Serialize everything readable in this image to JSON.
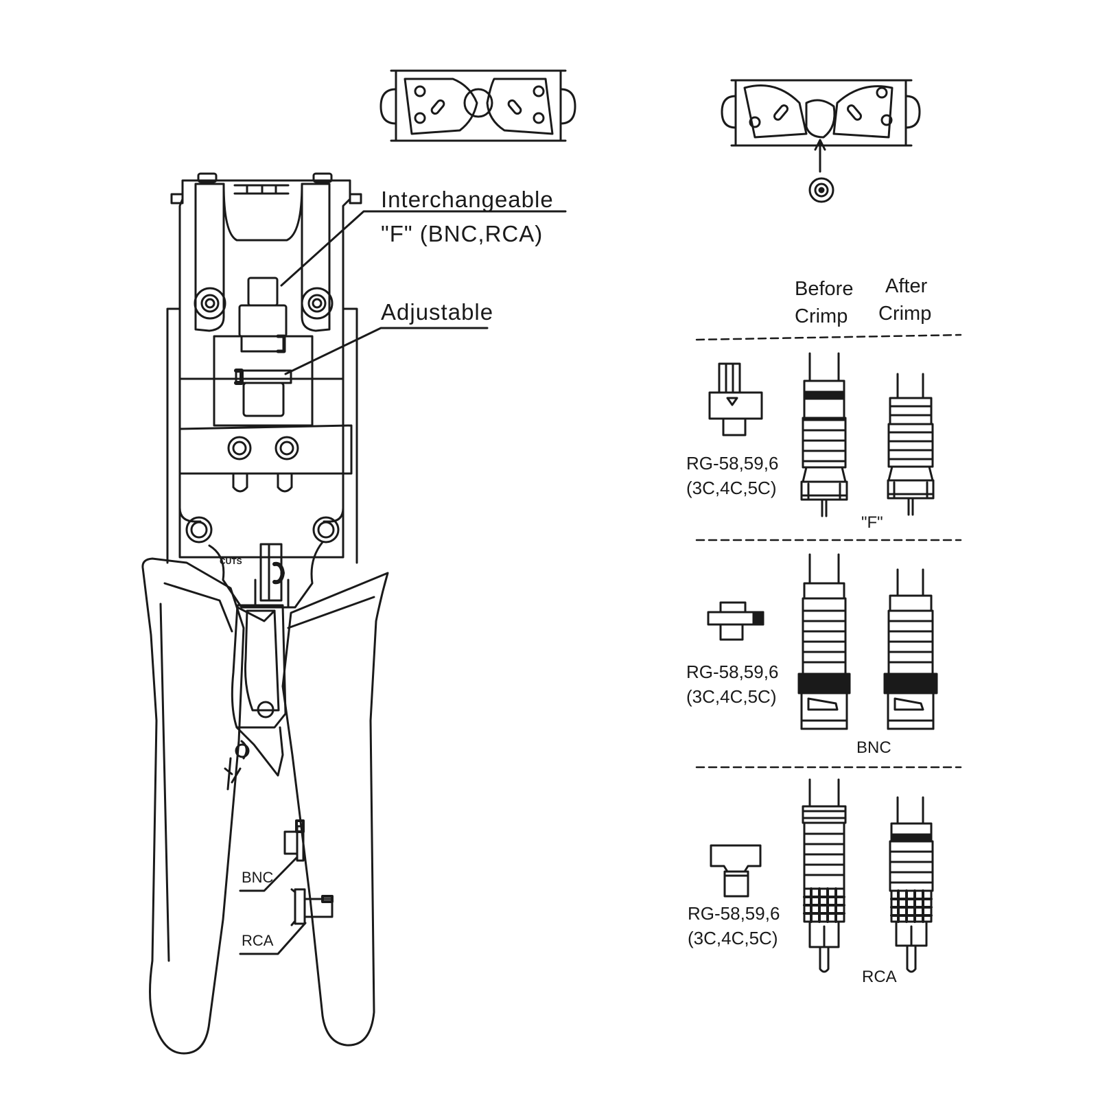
{
  "labels": {
    "interchangeable_l1": "Interchangeable",
    "interchangeable_l2": "\"F\" (BNC,RCA)",
    "adjustable": "Adjustable",
    "cuts": "CUTS",
    "handle_bnc": "BNC",
    "handle_rca": "RCA"
  },
  "table": {
    "col_before_l1": "Before",
    "col_before_l2": "Crimp",
    "col_after_l1": "After",
    "col_after_l2": "Crimp",
    "rows": [
      {
        "spec_l1": "RG-58,59,6",
        "spec_l2": "(3C,4C,5C)",
        "type": "\"F\""
      },
      {
        "spec_l1": "RG-58,59,6",
        "spec_l2": "(3C,4C,5C)",
        "type": "BNC"
      },
      {
        "spec_l1": "RG-58,59,6",
        "spec_l2": "(3C,4C,5C)",
        "type": "RCA"
      }
    ]
  },
  "colors": {
    "ink": "#1a1a1a",
    "background": "#ffffff"
  }
}
